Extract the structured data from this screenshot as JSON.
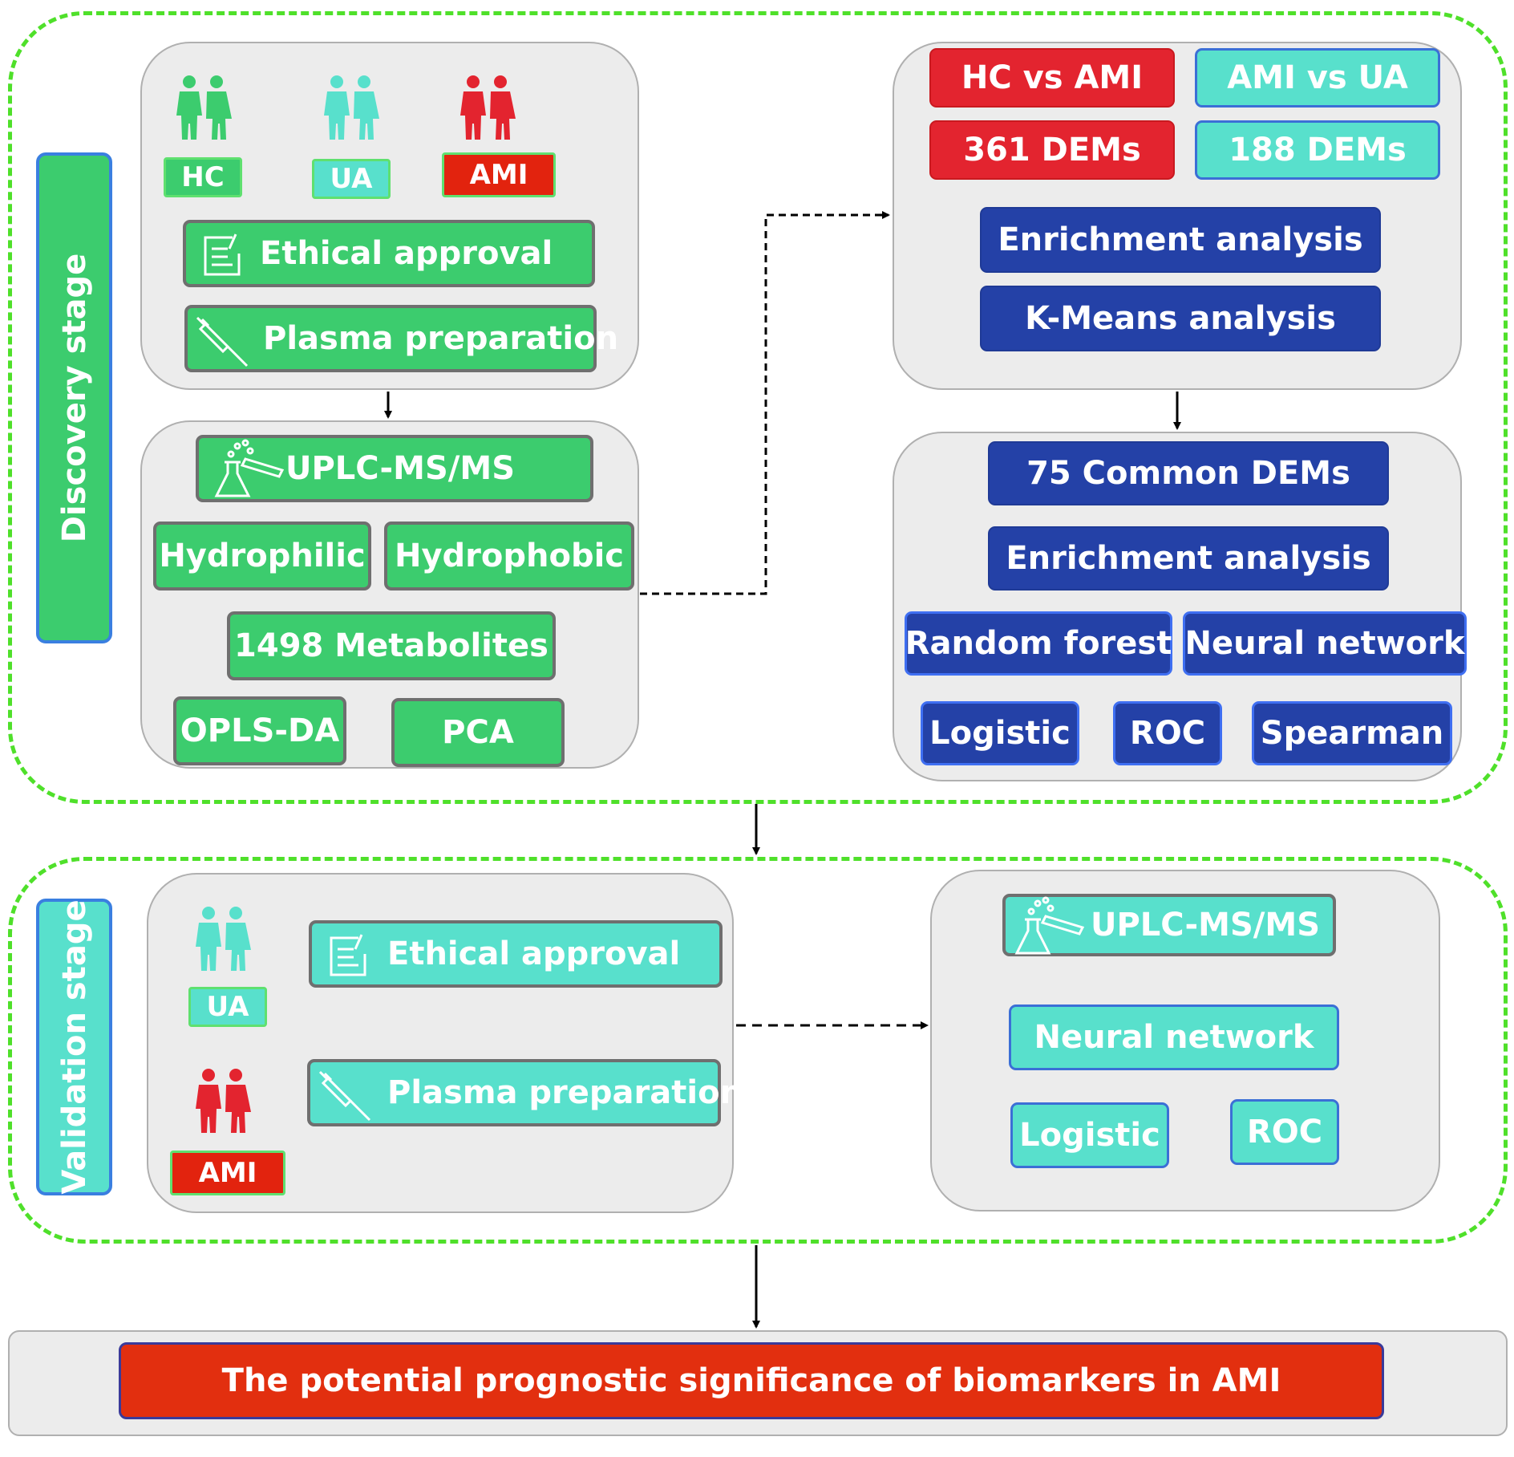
{
  "discovery": {
    "label": "Discovery  stage",
    "groups": {
      "hc": "HC",
      "ua": "UA",
      "ami": "AMI"
    },
    "ethical": "Ethical approval",
    "plasma": "Plasma preparation",
    "uplc": "UPLC-MS/MS",
    "hydrophilic": "Hydrophilic",
    "hydrophobic": "Hydrophobic",
    "metabolites": "1498 Metabolites",
    "oplsda": "OPLS-DA",
    "pca": "PCA",
    "hc_vs_ami": "HC vs AMI",
    "ami_vs_ua": "AMI vs UA",
    "dems_361": "361 DEMs",
    "dems_188": "188 DEMs",
    "enrichment_1": "Enrichment analysis",
    "kmeans": "K-Means analysis",
    "common": "75 Common DEMs",
    "enrichment_2": "Enrichment analysis",
    "random_forest": "Random forest",
    "neural_network": "Neural network",
    "logistic": "Logistic",
    "roc": "ROC",
    "spearman": "Spearman"
  },
  "validation": {
    "label": "Validation stage",
    "ua": "UA",
    "ami": "AMI",
    "ethical": "Ethical approval",
    "plasma": "Plasma preparation",
    "uplc": "UPLC-MS/MS",
    "neural_network": "Neural network",
    "logistic": "Logistic",
    "roc": "ROC"
  },
  "conclusion": "The potential prognostic significance of biomarkers in AMI",
  "colors": {
    "green": "#3ccc6e",
    "teal": "#58e0cc",
    "red": "#e3242f",
    "navy": "#2441a7",
    "dash_green": "#4fe02a",
    "panel": "#ececec"
  },
  "icons": [
    "people-icon",
    "clipboard-icon",
    "syringe-icon",
    "flask-icon"
  ]
}
